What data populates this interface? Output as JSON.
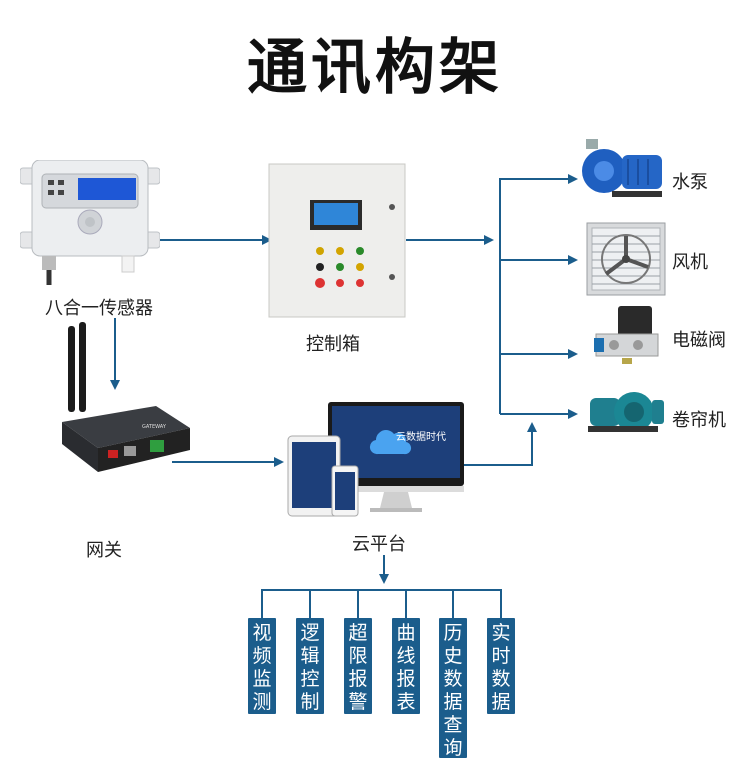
{
  "title": "通讯构架",
  "nodes": {
    "sensor": "八合一传感器",
    "control_box": "控制箱",
    "gateway": "网关",
    "cloud": "云平台",
    "cloud_screen_text": "云数据时代",
    "device_brand": "GATEWAY"
  },
  "outputs": [
    "水泵",
    "风机",
    "电磁阀",
    "卷帘机"
  ],
  "functions": [
    "视频监测",
    "逻辑控制",
    "超限报警",
    "曲线报表",
    "历史数据查询",
    "实时数据"
  ],
  "colors": {
    "line": "#1b5d8c",
    "box": "#1b5d8c"
  },
  "icons": {
    "sensor": "sensor-device-icon",
    "control_box": "control-cabinet-icon",
    "gateway": "wireless-gateway-icon",
    "cloud": "devices-cloud-icon",
    "pump": "water-pump-icon",
    "fan": "exhaust-fan-icon",
    "valve": "solenoid-valve-icon",
    "roller": "roller-motor-icon"
  }
}
